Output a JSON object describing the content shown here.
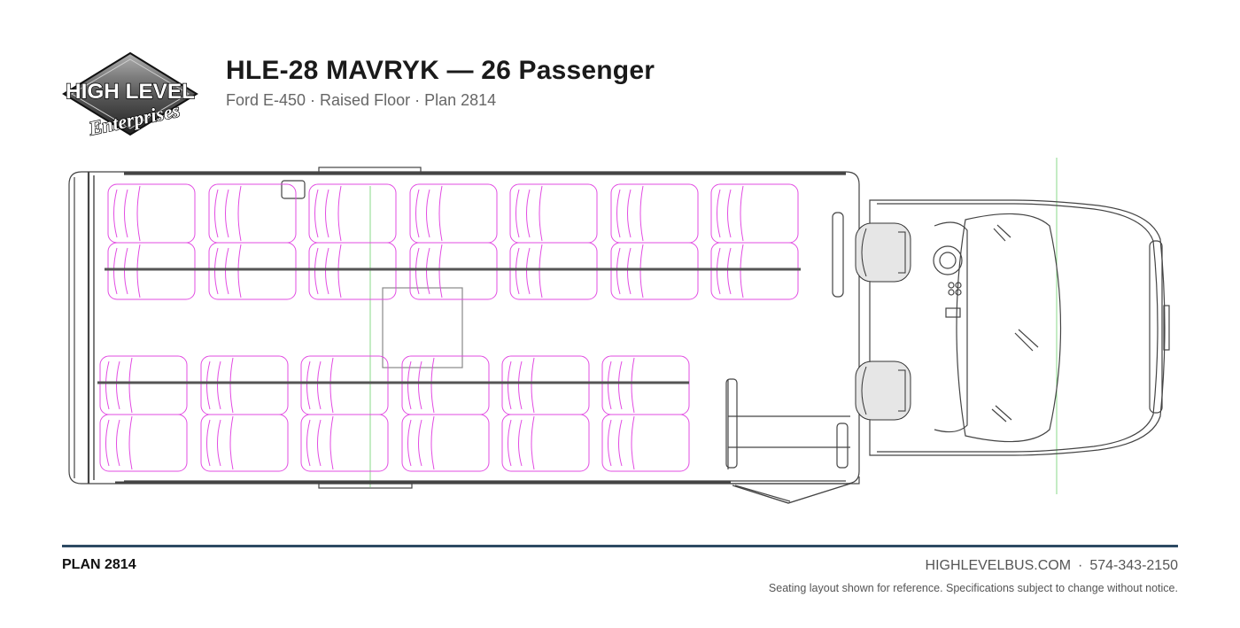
{
  "logo": {
    "line1": "HIGH LEVEL",
    "line2": "Enterprises"
  },
  "header": {
    "title": "HLE-28 MAVRYK — 26 Passenger",
    "subtitle": "Ford E-450 · Raised Floor · Plan 2814"
  },
  "floorplan": {
    "seat_color": "#e24ce2",
    "outline_color": "#555555",
    "guide_color": "#88d888",
    "upper_row_seat_pairs": 7,
    "lower_row_seat_pairs": 6
  },
  "footer": {
    "rule_color": "#2d4a63",
    "plan_label": "PLAN 2814",
    "website": "HIGHLEVELBUS.COM",
    "separator": "·",
    "phone": "574-343-2150",
    "disclaimer": "Seating layout shown for reference. Specifications subject to change without notice."
  }
}
